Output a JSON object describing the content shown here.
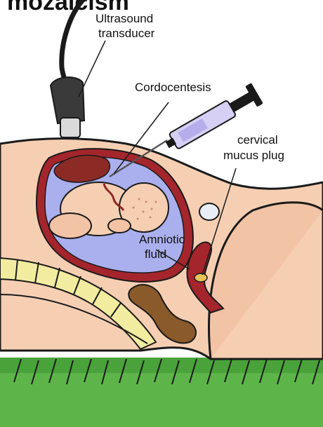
{
  "header_fragment": "mozaicism",
  "labels": {
    "transducer_line1": "Ultrasound",
    "transducer_line2": "transducer",
    "procedure": "Cordocentesis",
    "plug_line1": "cervical",
    "plug_line2": "mucus plug",
    "fluid_line1": "Amniotic",
    "fluid_line2": "fluid"
  },
  "colors": {
    "skin": "#f6cfb3",
    "amniotic": "#aab0ee",
    "uterus_wall": "#a4262c",
    "placenta": "#8c2a25",
    "spine": "#f2eca0",
    "bowel": "#8a5a2b",
    "grass": "#5db54a",
    "outline": "#1a1a1a"
  }
}
